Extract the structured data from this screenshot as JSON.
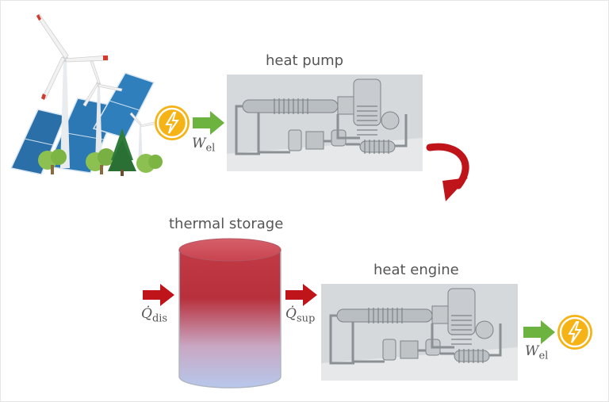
{
  "labels": {
    "heat_pump": "heat pump",
    "thermal_storage": "thermal storage",
    "heat_engine": "heat engine"
  },
  "symbols": {
    "w_el_in": {
      "base": "W",
      "sub": "el"
    },
    "w_el_out": {
      "base": "W",
      "sub": "el"
    },
    "q_dis": {
      "base": "Q̇",
      "sub": "dis"
    },
    "q_sup": {
      "base": "Q̇",
      "sub": "sup"
    }
  },
  "colors": {
    "green_arrow": "#6db33f",
    "red_arrow": "#c0141b",
    "bolt": "#f6b315",
    "storage_top": "#c0404a",
    "storage_bottom": "#b8c8ea"
  },
  "icons": [
    "wind-turbine-icon",
    "solar-panel-icon",
    "tree-icon",
    "lightning-bolt-icon"
  ]
}
